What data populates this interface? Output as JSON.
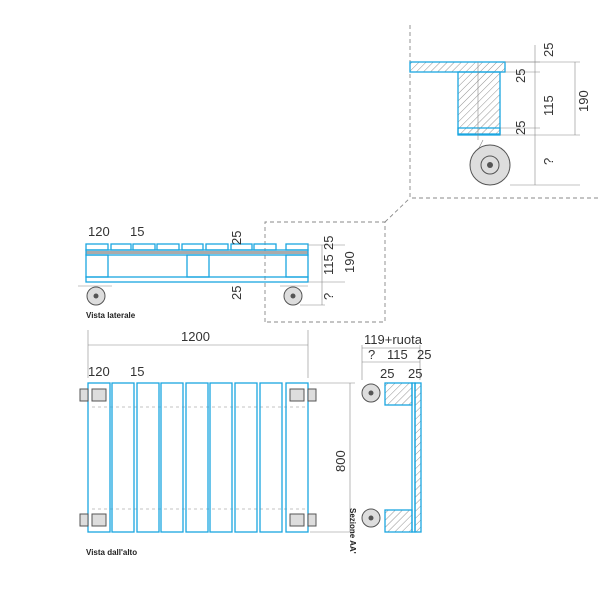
{
  "detail": {
    "dims": [
      "25",
      "25",
      "115",
      "25",
      "190",
      "?"
    ]
  },
  "side_view": {
    "label": "Vista laterale",
    "dims": [
      "120",
      "15",
      "25",
      "25",
      "115",
      "190",
      "25",
      "?"
    ]
  },
  "top_view": {
    "label": "Vista dall'alto",
    "width": "1200",
    "depth": "800",
    "dims": [
      "120",
      "15"
    ]
  },
  "section": {
    "label": "Sezione AA'",
    "dims": [
      "119+ruota",
      "?",
      "115",
      "25",
      "25",
      "25"
    ]
  },
  "colors": {
    "structure": "#1aa6e0",
    "dimension": "#888888"
  }
}
